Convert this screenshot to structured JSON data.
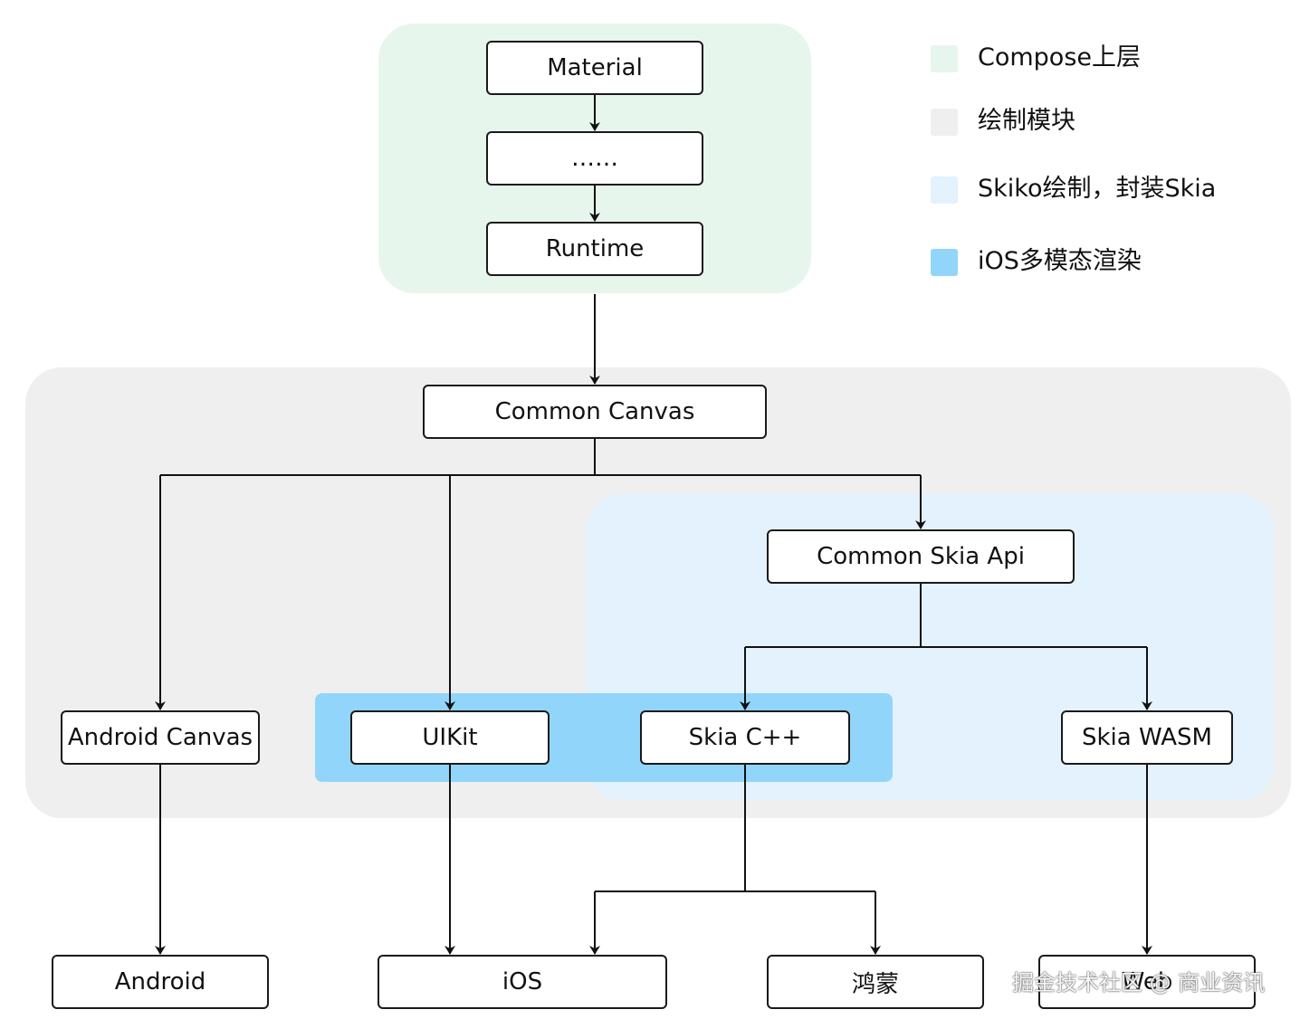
{
  "colors": {
    "compose_region": "#e6f6ec",
    "drawing_module_region": "#efefef",
    "skiko_region": "#e3f2fd",
    "ios_region": "#91d5fb",
    "box_border": "#1a1a1a",
    "edge": "#111111"
  },
  "nodes": {
    "material": "Material",
    "ellipsis": "……",
    "runtime": "Runtime",
    "common_canvas": "Common Canvas",
    "common_skia_api": "Common Skia Api",
    "android_canvas": "Android Canvas",
    "uikit": "UIKit",
    "skia_cpp": "Skia C++",
    "skia_wasm": "Skia WASM",
    "android": "Android",
    "ios": "iOS",
    "harmony": "鸿蒙",
    "web": "Web"
  },
  "legend": [
    {
      "label": "Compose上层",
      "color": "#e6f6ec"
    },
    {
      "label": "绘制模块",
      "color": "#efefef"
    },
    {
      "label": "Skiko绘制，封装Skia",
      "color": "#e3f2fd"
    },
    {
      "label": "iOS多模态渲染",
      "color": "#91d5fb"
    }
  ],
  "watermark": "掘金技术社区 @ 商业资讯"
}
